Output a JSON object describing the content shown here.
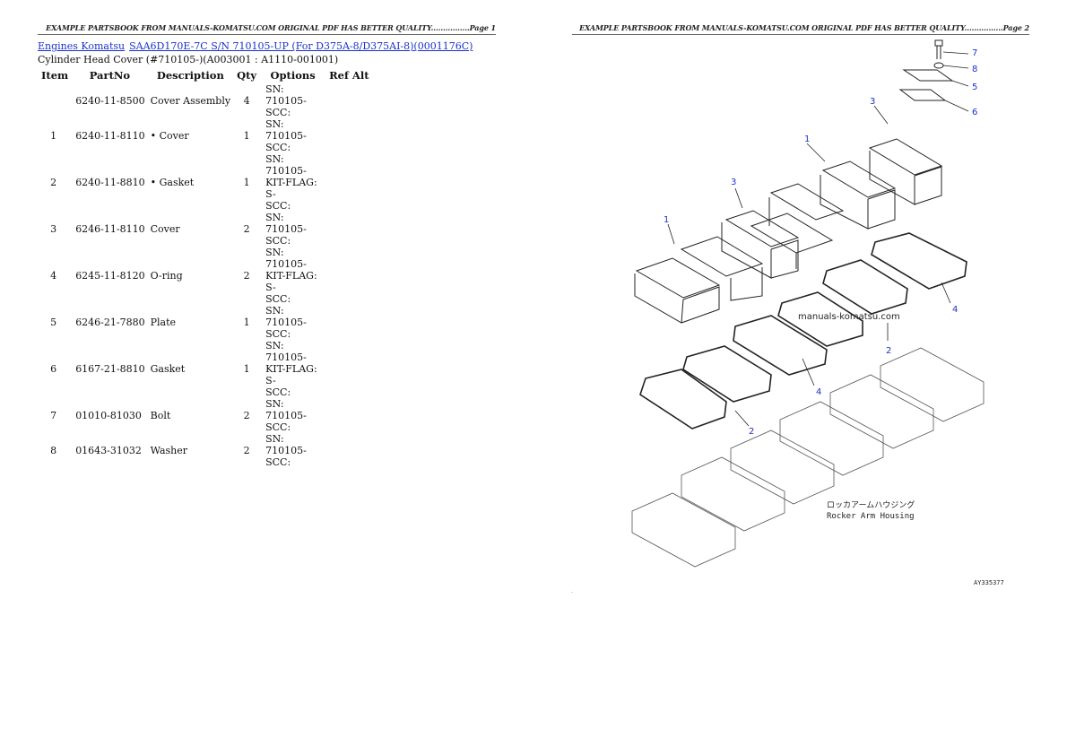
{
  "header": {
    "left": "EXAMPLE PARTSBOOK FROM MANUALS-KOMATSU.COM ORIGINAL PDF HAS BETTER QUALITY................Page 1",
    "right": "EXAMPLE PARTSBOOK FROM MANUALS-KOMATSU.COM ORIGINAL PDF HAS BETTER QUALITY................Page 2"
  },
  "breadcrumb": {
    "link1": "Engines Komatsu",
    "link2": "SAA6D170E-7C S/N 710105-UP (For D375A-8/D375AI-8)(0001176C)"
  },
  "subtitle": "Cylinder Head Cover (#710105-)(A003001 : A1110-001001)",
  "table": {
    "headers": [
      "Item",
      "PartNo",
      "Description",
      "Qty",
      "Options",
      "Ref Alt"
    ],
    "rows": [
      {
        "item": "",
        "partno": "6240-11-8500",
        "desc": "Cover Assembly",
        "qty": "4",
        "options": "SN: 710105-\nSCC:"
      },
      {
        "item": "1",
        "partno": "6240-11-8110",
        "desc": "• Cover",
        "qty": "1",
        "options": "SN: 710105-\nSCC:"
      },
      {
        "item": "2",
        "partno": "6240-11-8810",
        "desc": "• Gasket",
        "qty": "1",
        "options": "SN: 710105-\nKIT-FLAG: S-\nSCC:"
      },
      {
        "item": "3",
        "partno": "6246-11-8110",
        "desc": "Cover",
        "qty": "2",
        "options": "SN: 710105-\nSCC:"
      },
      {
        "item": "4",
        "partno": "6245-11-8120",
        "desc": "O-ring",
        "qty": "2",
        "options": "SN: 710105-\nKIT-FLAG: S-\nSCC:"
      },
      {
        "item": "5",
        "partno": "6246-21-7880",
        "desc": "Plate",
        "qty": "1",
        "options": "SN: 710105-\nSCC:"
      },
      {
        "item": "6",
        "partno": "6167-21-8810",
        "desc": "Gasket",
        "qty": "1",
        "options": "SN: 710105-\nKIT-FLAG: S-\nSCC:"
      },
      {
        "item": "7",
        "partno": "01010-81030",
        "desc": "Bolt",
        "qty": "2",
        "options": "SN: 710105-\nSCC:"
      },
      {
        "item": "8",
        "partno": "01643-31032",
        "desc": "Washer",
        "qty": "2",
        "options": "SN: 710105-\nSCC:"
      }
    ]
  },
  "diagram": {
    "callouts": [
      "7",
      "8",
      "5",
      "6",
      "3",
      "1",
      "3",
      "1",
      "4",
      "2",
      "4",
      "2"
    ],
    "watermark": "manuals-komatsu.com",
    "label_jp": "ロッカアームハウジング",
    "label_en": "Rocker Arm Housing",
    "figure_code": "AY335377"
  },
  "colors": {
    "link": "#1a32c8",
    "callout": "#1a32c8"
  }
}
